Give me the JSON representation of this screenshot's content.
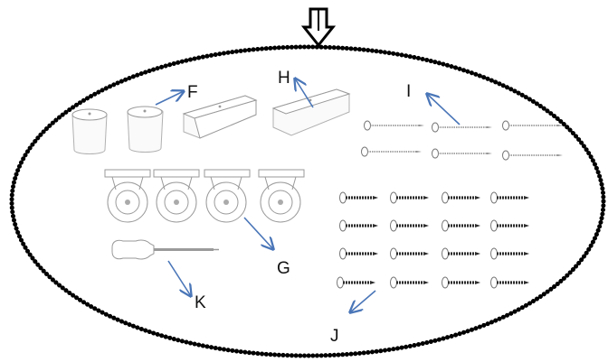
{
  "labels": {
    "F": "F",
    "G": "G",
    "H": "H",
    "I": "I",
    "J": "J",
    "K": "K"
  },
  "icons": {
    "top": "down-arrow-icon"
  },
  "colors": {
    "pointer": "#4a76b8",
    "boundary": "#000000"
  }
}
